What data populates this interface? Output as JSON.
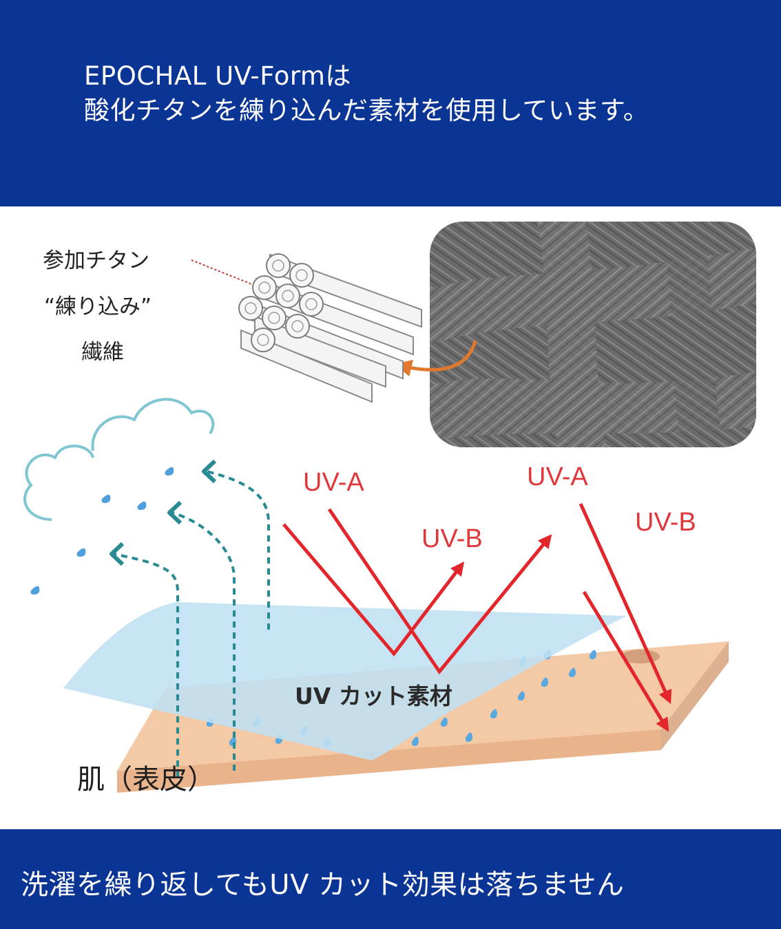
{
  "header": {
    "line1": "EPOCHAL UV-Formは",
    "line2": "酸化チタンを練り込んだ素材を使用しています。"
  },
  "fiber_callout": {
    "line1": "参加チタン",
    "line2": "“練り込み”",
    "line3": "繊維"
  },
  "rays": {
    "reflect_a_label": "UV-A",
    "reflect_b_label": "UV-B",
    "pass_a_label": "UV-A",
    "pass_b_label": "UV-B"
  },
  "material_label": "UV カット素材",
  "skin_label": "肌（表皮）",
  "footer": {
    "text": "洗濯を繰り返してもUV カット効果は落ちません"
  },
  "colors": {
    "band": "#0b3594",
    "uv_arrow": "#e2262b",
    "uv_label": "#e0373a",
    "film": "#bfe0f2",
    "skin": "#f4c9a6",
    "vapor": "#2a8a92",
    "cloud": "#7fc6d2",
    "droplet": "#4fa0dd",
    "fiber_arrow": "#e0782d"
  }
}
